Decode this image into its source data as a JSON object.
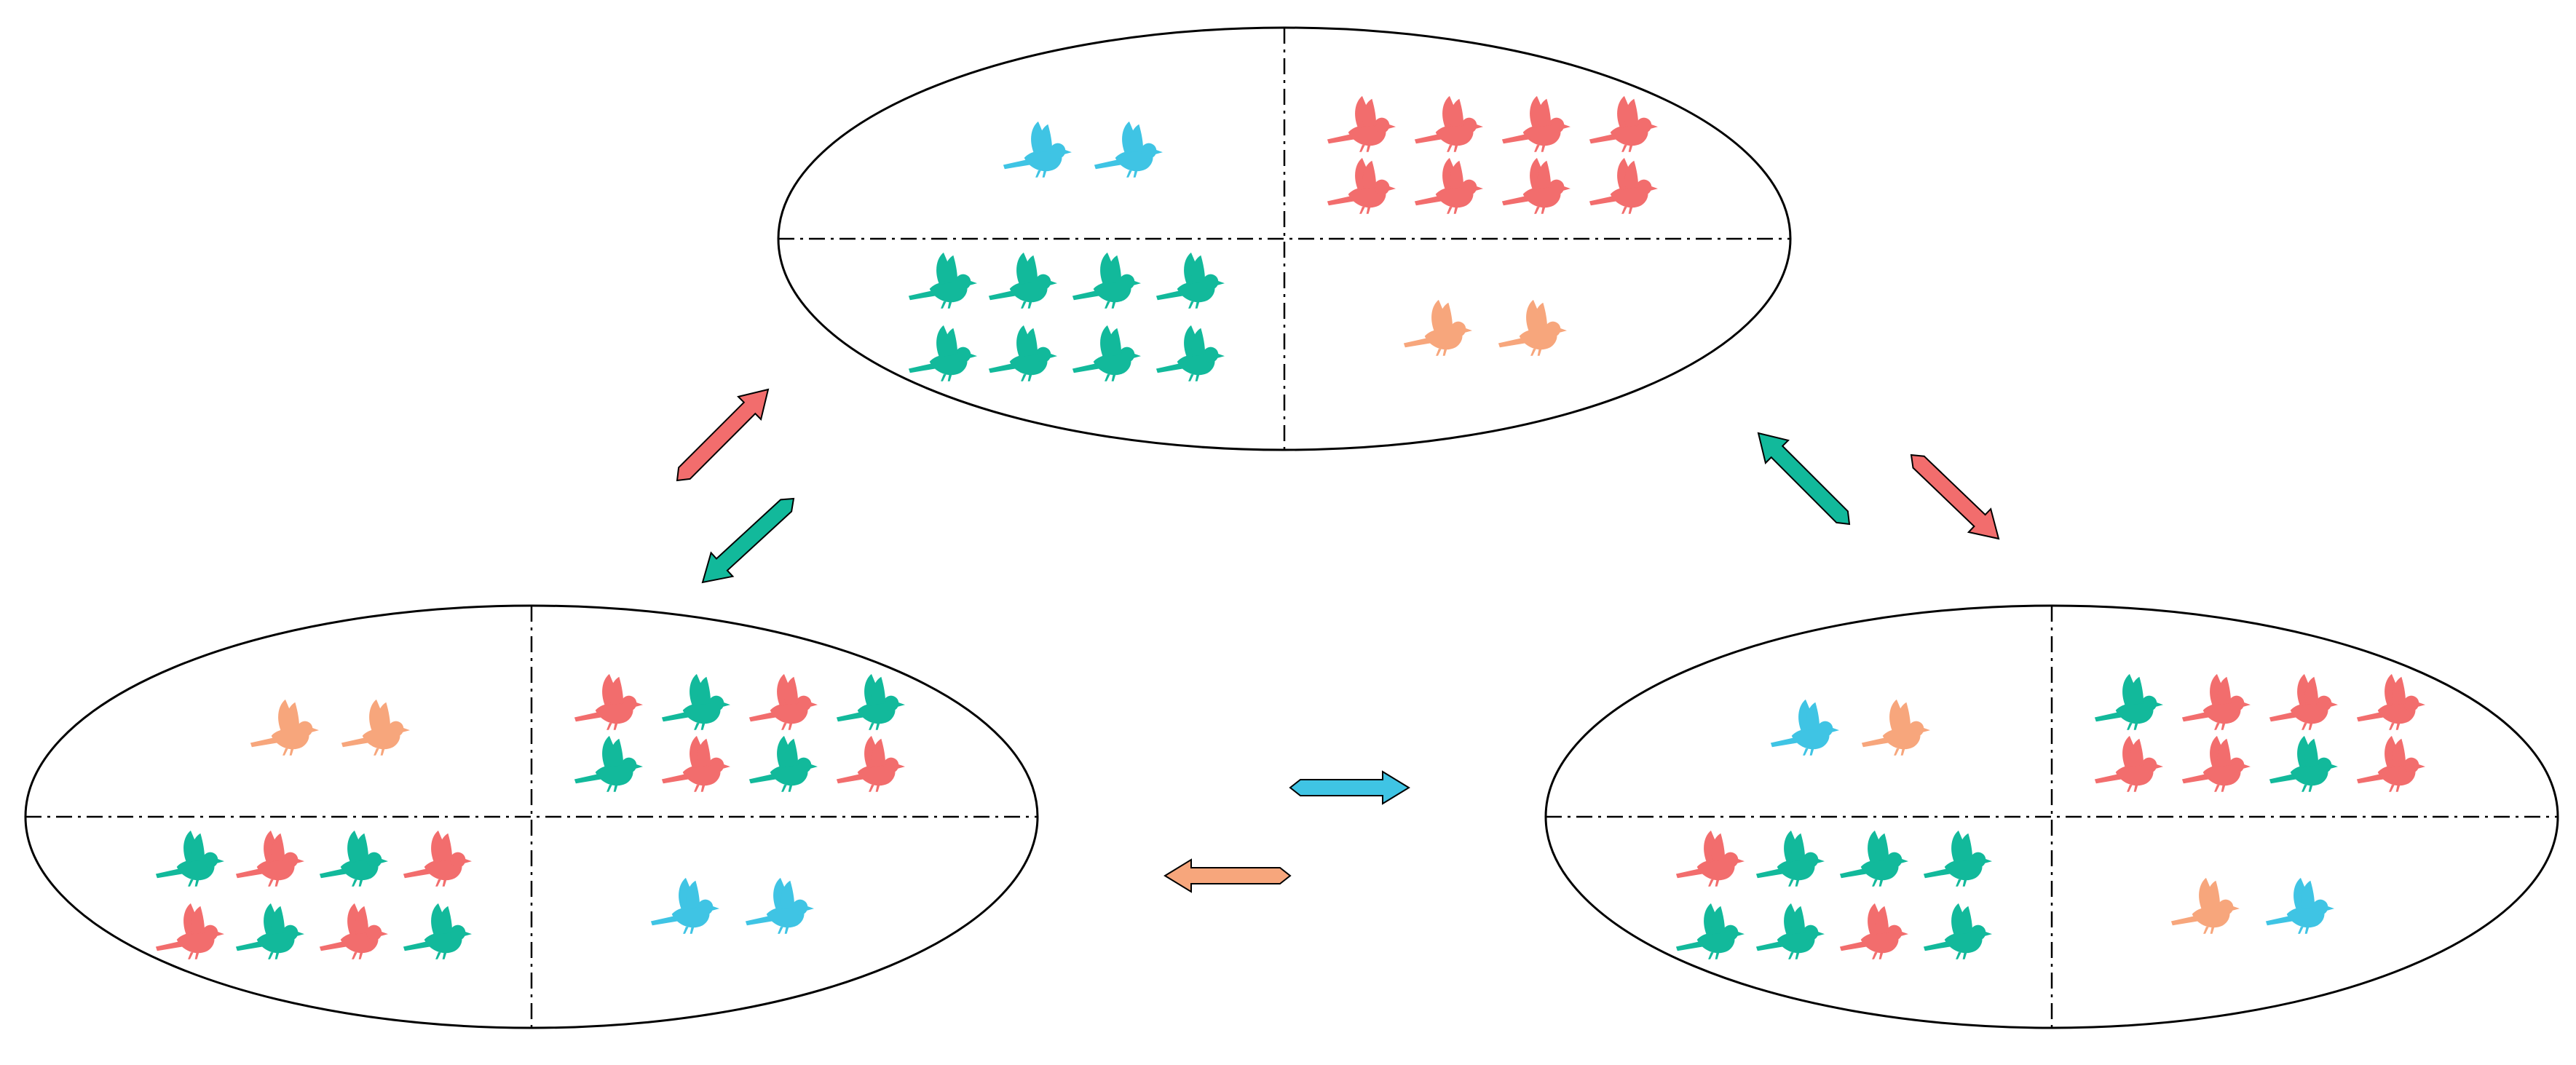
{
  "colors": {
    "red": "#f26d6d",
    "teal": "#12b99b",
    "blue": "#3fc4e4",
    "orange": "#f7a67c",
    "outline": "#000000"
  },
  "icon": "bird-icon",
  "populations": [
    {
      "id": "top",
      "quadrants": {
        "top_left": {
          "birds": [
            "blue",
            "blue"
          ]
        },
        "top_right": {
          "birds": [
            "red",
            "red",
            "red",
            "red",
            "red",
            "red",
            "red",
            "red"
          ]
        },
        "bottom_left": {
          "birds": [
            "teal",
            "teal",
            "teal",
            "teal",
            "teal",
            "teal",
            "teal",
            "teal"
          ]
        },
        "bottom_right": {
          "birds": [
            "orange",
            "orange"
          ]
        }
      }
    },
    {
      "id": "bottom-left",
      "quadrants": {
        "top_left": {
          "birds": [
            "orange",
            "orange"
          ]
        },
        "top_right": {
          "birds": [
            "red",
            "teal",
            "red",
            "teal",
            "teal",
            "red",
            "teal",
            "red"
          ]
        },
        "bottom_left": {
          "birds": [
            "teal",
            "red",
            "teal",
            "red",
            "red",
            "teal",
            "red",
            "teal"
          ]
        },
        "bottom_right": {
          "birds": [
            "blue",
            "blue"
          ]
        }
      }
    },
    {
      "id": "bottom-right",
      "quadrants": {
        "top_left": {
          "birds": [
            "blue",
            "orange"
          ]
        },
        "top_right": {
          "birds": [
            "teal",
            "red",
            "red",
            "red",
            "red",
            "red",
            "teal",
            "red"
          ]
        },
        "bottom_left": {
          "birds": [
            "red",
            "teal",
            "teal",
            "teal",
            "teal",
            "teal",
            "red",
            "teal"
          ]
        },
        "bottom_right": {
          "birds": [
            "orange",
            "blue"
          ]
        }
      }
    }
  ],
  "migrations": [
    {
      "from": "bottom-left",
      "to": "top",
      "color": "red"
    },
    {
      "from": "top",
      "to": "bottom-left",
      "color": "teal"
    },
    {
      "from": "bottom-right",
      "to": "top",
      "color": "teal"
    },
    {
      "from": "top",
      "to": "bottom-right",
      "color": "red"
    },
    {
      "from": "bottom-left",
      "to": "bottom-right",
      "color": "blue"
    },
    {
      "from": "bottom-right",
      "to": "bottom-left",
      "color": "orange"
    }
  ]
}
